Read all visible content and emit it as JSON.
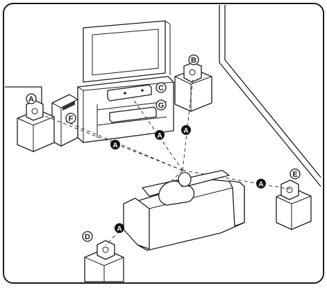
{
  "labels": {
    "front_left": "A",
    "front_right": "B",
    "center": "C",
    "rear_left": "D",
    "rear_right": "E",
    "subwoofer": "F",
    "receiver": "G"
  },
  "distance_marker": "A"
}
